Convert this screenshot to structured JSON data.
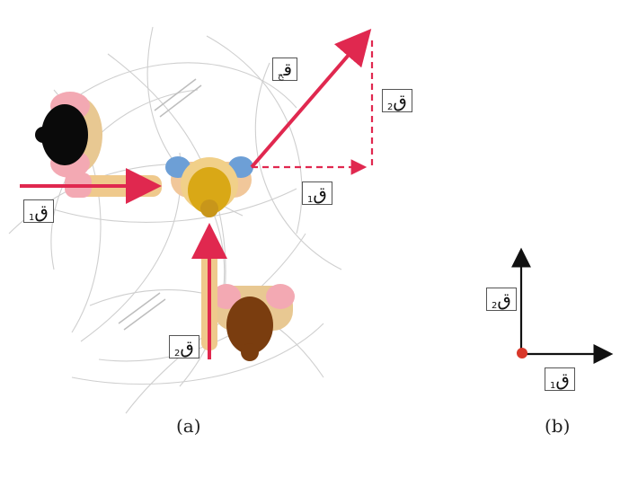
{
  "labels": {
    "f1_a": {
      "main": "ق",
      "sub": "1"
    },
    "f2_a": {
      "main": "ق",
      "sub": "2"
    },
    "fr": {
      "main": "ق",
      "sub": "ح"
    },
    "f2_dash": {
      "main": "ق",
      "sub": "2"
    },
    "f1_dash": {
      "main": "ق",
      "sub": "1"
    },
    "f2_b": {
      "main": "ق",
      "sub": "2"
    },
    "f1_b": {
      "main": "ق",
      "sub": "1"
    }
  },
  "captions": {
    "a": "(a)",
    "b": "(b)"
  },
  "colors": {
    "force_arrow": "#e0284f",
    "axis_arrow": "#111111",
    "point": "#d9382a",
    "sketch_lines": "#c8c8c8"
  }
}
